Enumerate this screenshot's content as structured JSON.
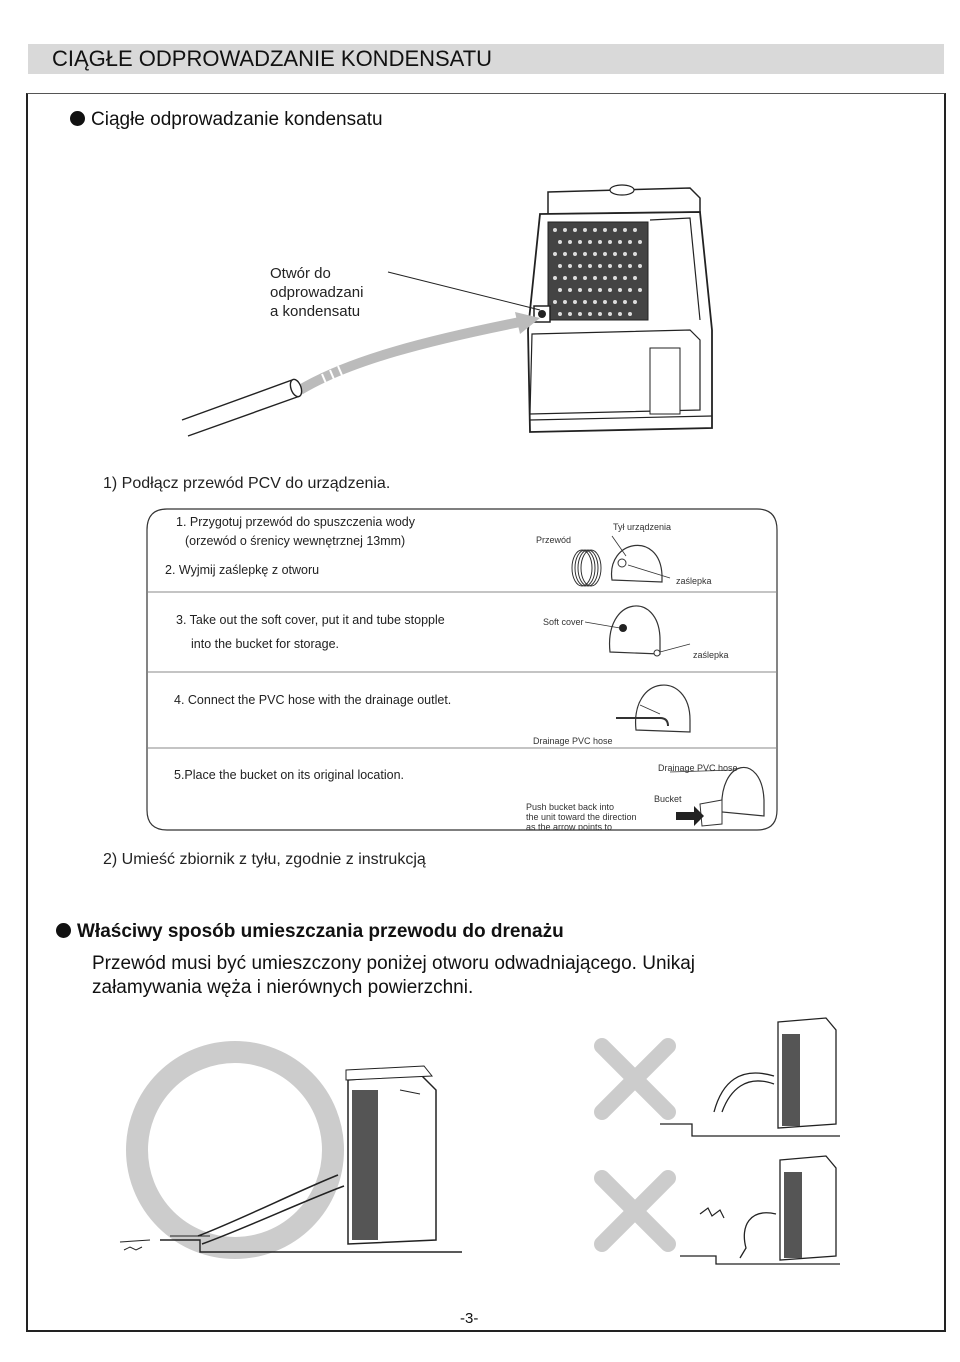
{
  "header": {
    "title": "CIĄGŁE ODPROWADZANIE KONDENSATU"
  },
  "section1": {
    "heading": "Ciągłe odprowadzanie kondensatu",
    "callout_lines": [
      "Otwór do",
      "odprowadzani",
      "a kondensatu"
    ],
    "step1": "1) Podłącz przewód PCV do urządzenia.",
    "instructions": {
      "step1_line1": "1. Przygotuj przewód do spuszczenia wody",
      "step1_line2": "(orzewód o śrenicy wewnętrznej 13mm)",
      "step2": "2. Wyjmij zaślepkę z otworu",
      "step3_line1": "3. Take out the soft cover, put it and tube stopple",
      "step3_line2": "into the bucket for storage.",
      "step4": "4. Connect the PVC hose with the drainage outlet.",
      "step5": "5.Place the bucket on its original location.",
      "labels": {
        "hose": "Przewód",
        "back": "Tył urządzenia",
        "plug1": "zaślepka",
        "soft_cover": "Soft cover",
        "plug2": "zaślepka",
        "drain_hose1": "Drainage PVC hose",
        "drain_hose2": "Drainage PVC hose",
        "bucket": "Bucket",
        "push_line1": "Push bucket back into",
        "push_line2": "the unit toward the direction",
        "push_line3": "as the arrow points to"
      }
    },
    "step2": "2) Umieść zbiornik z tyłu, zgodnie z instrukcją"
  },
  "section2": {
    "heading": "Właściwy sposób umieszczania przewodu do drenażu",
    "desc_line1": "Przewód musi być umieszczony poniżej otworu odwadniającego. Unikaj",
    "desc_line2": "załamywania węża i nierównych powierzchni."
  },
  "page_number": "-3-"
}
